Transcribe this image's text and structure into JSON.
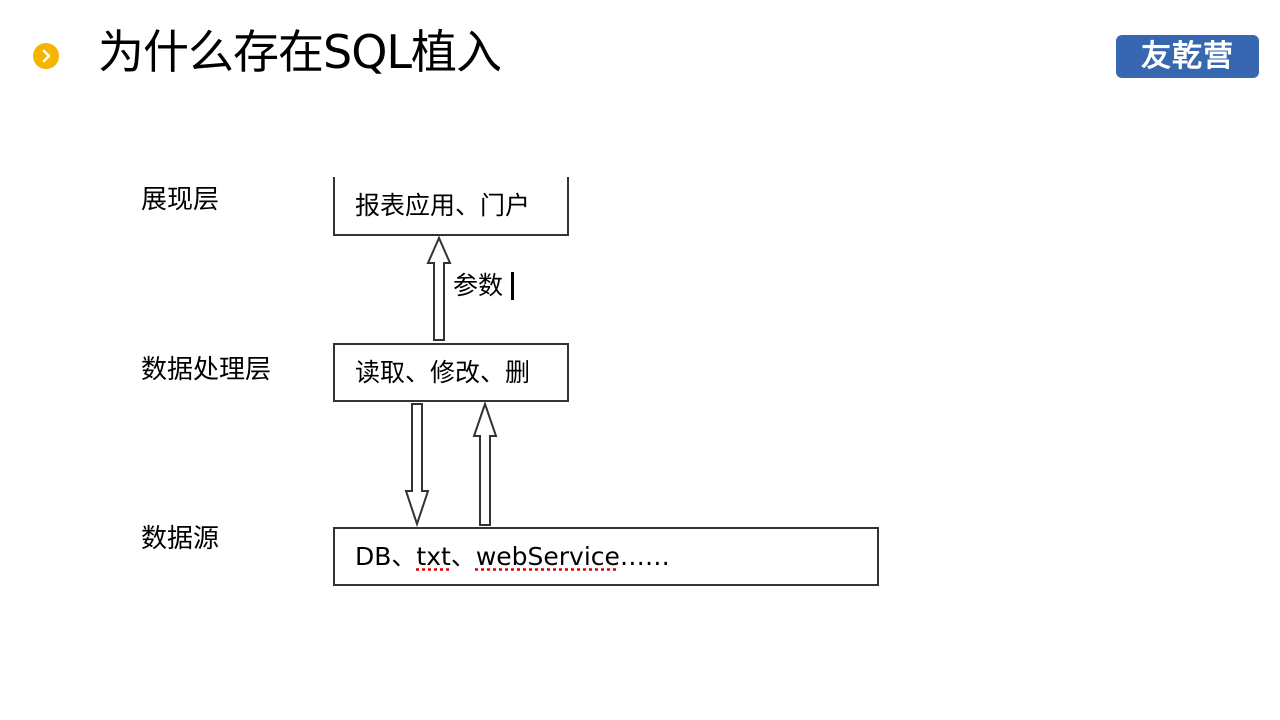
{
  "header": {
    "title": "为什么存在SQL植入",
    "logo_text": "友乾营",
    "bullet_icon": "chevron-right-circle-icon",
    "accent_color": "#f6b400",
    "logo_color": "#3767b0"
  },
  "diagram": {
    "layers": [
      {
        "label": "展现层",
        "box_text": "报表应用、门户"
      },
      {
        "label": "数据处理层",
        "box_text": "读取、修改、删"
      },
      {
        "label": "数据源",
        "box_text_parts": [
          "DB、",
          "txt",
          "、",
          "webService",
          " ……"
        ]
      }
    ],
    "arrow_label": "参数"
  }
}
